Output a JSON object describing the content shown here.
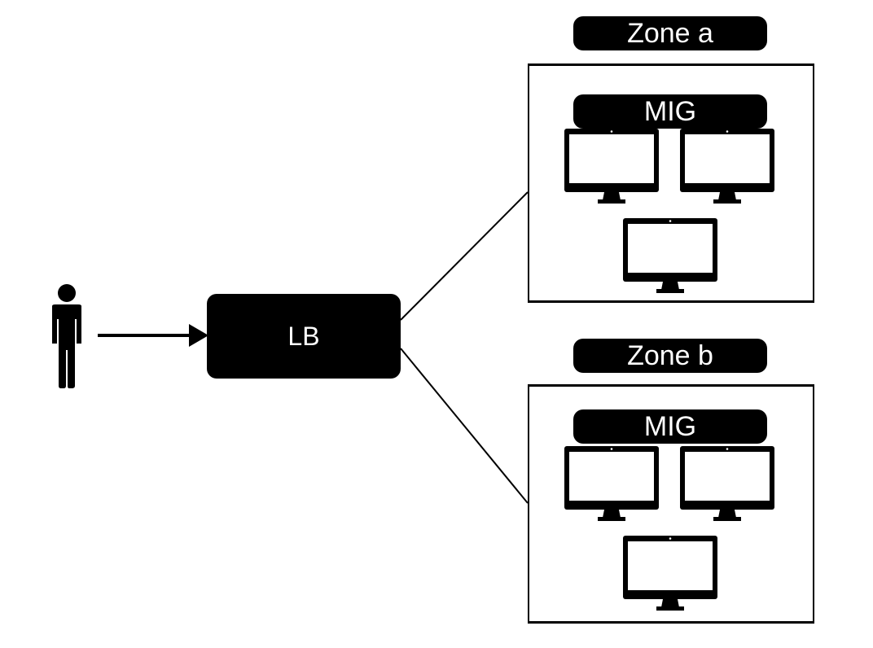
{
  "user": {
    "icon": "person-icon"
  },
  "load_balancer": {
    "label": "LB"
  },
  "zones": [
    {
      "label": "Zone a",
      "group_label": "MIG",
      "instance_count": 3,
      "instance_icon": "monitor-icon"
    },
    {
      "label": "Zone b",
      "group_label": "MIG",
      "instance_count": 3,
      "instance_icon": "monitor-icon"
    }
  ],
  "colors": {
    "foreground": "#000000",
    "background": "#ffffff"
  }
}
